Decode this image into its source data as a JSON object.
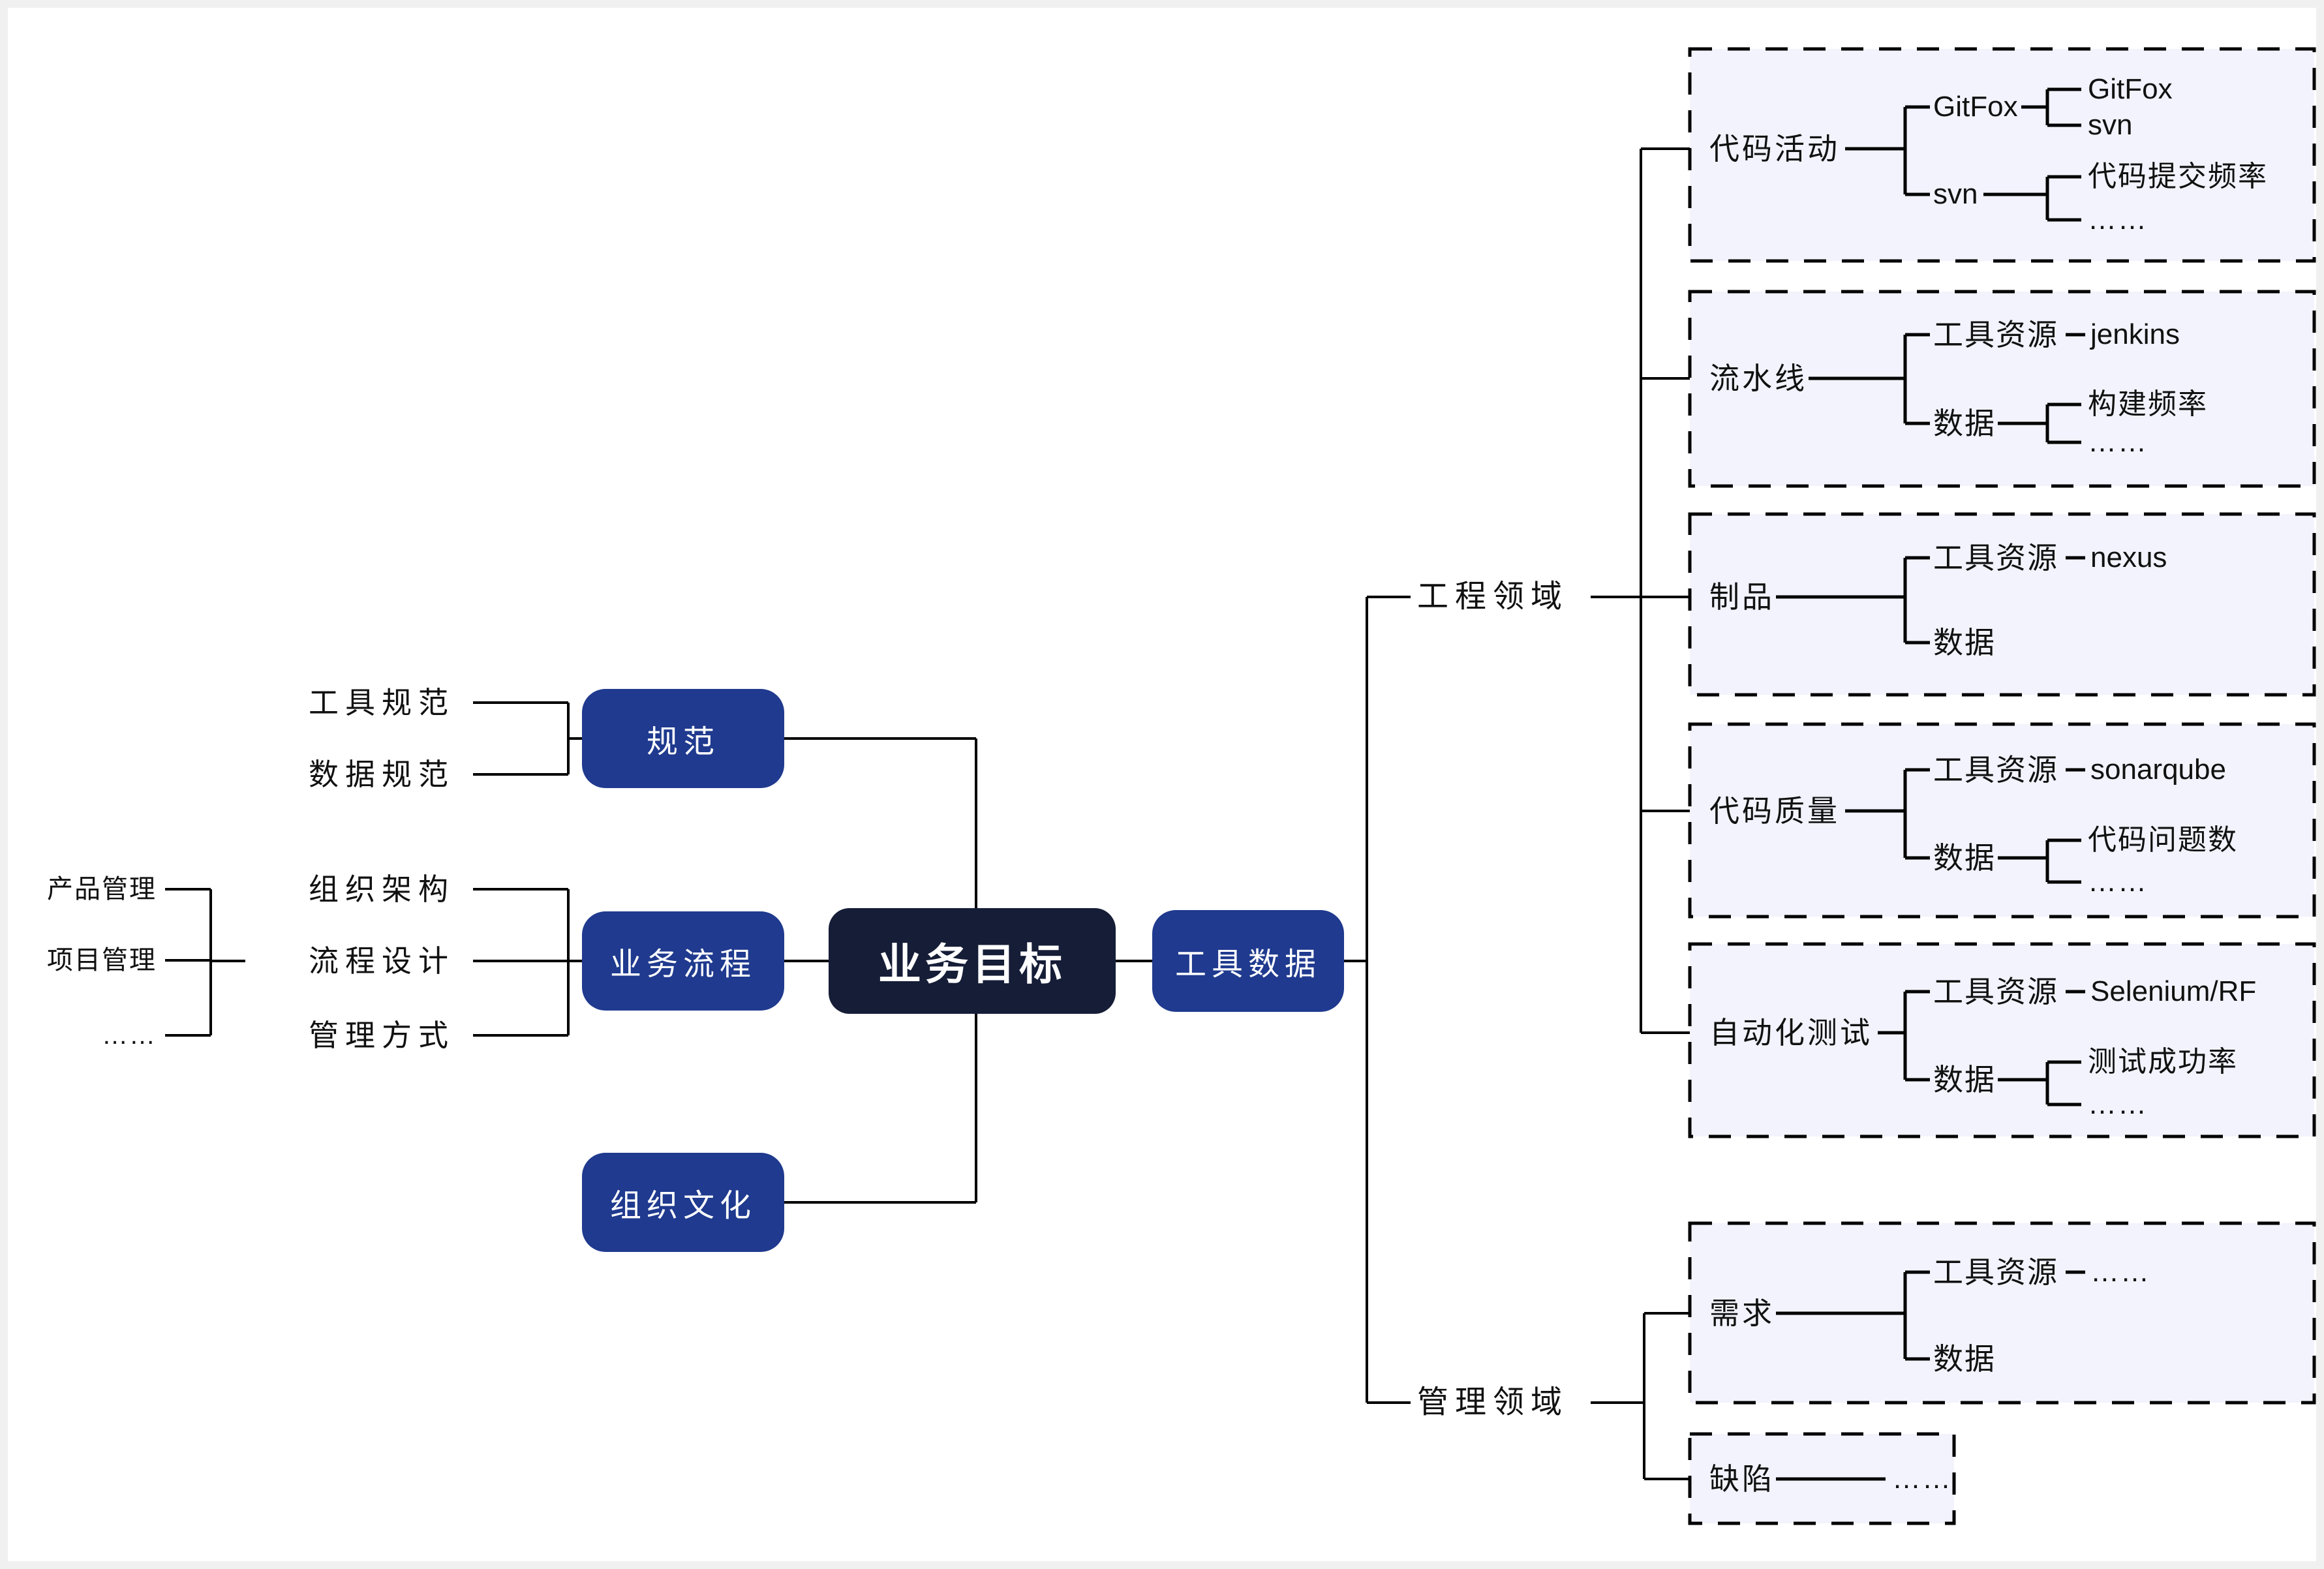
{
  "colors": {
    "node_blue": "#1f3a8e",
    "node_dark": "#151d37",
    "panel_bg": "#f2f3fc",
    "line": "#000000",
    "surface": "#ffffff",
    "page_bg": "#f0f0f0"
  },
  "labels": {
    "goal": "业务目标",
    "spec": "规范",
    "process": "业务流程",
    "culture": "组织文化",
    "tool_data": "工具数据",
    "eng_domain": "工程领域",
    "mgmt_domain": "管理领域",
    "tool_spec": "工具规范",
    "data_spec": "数据规范",
    "org": "组织架构",
    "flow": "流程设计",
    "mgmt_mode": "管理方式",
    "product": "产品管理",
    "project": "项目管理",
    "ellipsis": "……"
  },
  "panels": [
    {
      "label": "代码活动",
      "branches": [
        {
          "label": "GitFox",
          "leaves": [
            "GitFox",
            "svn"
          ]
        },
        {
          "label": "svn",
          "leaves": [
            "代码提交频率",
            "……"
          ]
        }
      ]
    },
    {
      "label": "流水线",
      "branches": [
        {
          "label": "工具资源",
          "leaves": [
            "jenkins"
          ]
        },
        {
          "label": "数据",
          "leaves": [
            "构建频率",
            "……"
          ]
        }
      ]
    },
    {
      "label": "制品",
      "branches": [
        {
          "label": "工具资源",
          "leaves": [
            "nexus"
          ]
        },
        {
          "label": "数据",
          "leaves": []
        }
      ]
    },
    {
      "label": "代码质量",
      "branches": [
        {
          "label": "工具资源",
          "leaves": [
            "sonarqube"
          ]
        },
        {
          "label": "数据",
          "leaves": [
            "代码问题数",
            "……"
          ]
        }
      ]
    },
    {
      "label": "自动化测试",
      "branches": [
        {
          "label": "工具资源",
          "leaves": [
            "Selenium/RF"
          ]
        },
        {
          "label": "数据",
          "leaves": [
            "测试成功率",
            "……"
          ]
        }
      ]
    },
    {
      "label": "需求",
      "branches": [
        {
          "label": "工具资源",
          "leaves": [
            "……"
          ]
        },
        {
          "label": "数据",
          "leaves": []
        }
      ]
    },
    {
      "label": "缺陷",
      "branches": [
        {
          "label": "",
          "leaves": [
            "……"
          ]
        }
      ]
    }
  ]
}
